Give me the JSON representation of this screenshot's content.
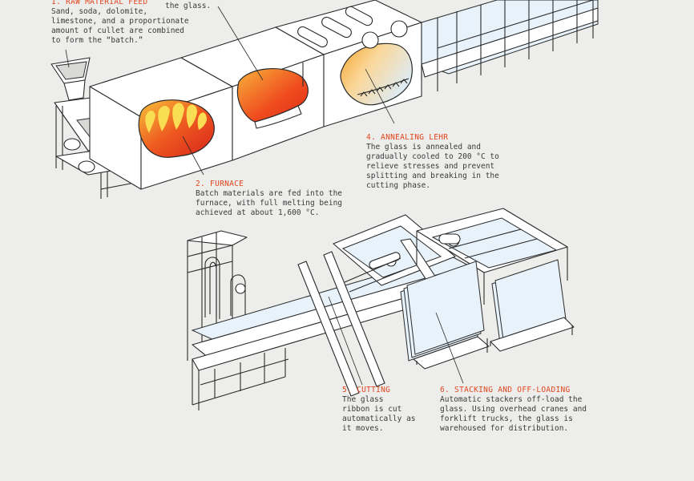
{
  "steps": [
    {
      "title": "1. RAW MATERIAL FEED",
      "text": "Sand, soda, dolomite,\nlimestone, and a proportionate\namount of cullet are combined\nto form the “batch.”"
    },
    {
      "title": "",
      "text": "the glass."
    },
    {
      "title": "2. FURNACE",
      "text": "Batch materials are fed into the\nfurnace, with full melting being\nachieved at about 1,600 °C."
    },
    {
      "title": "4. ANNEALING LEHR",
      "text": "The glass is annealed and\ngradually cooled to 200 °C to\nrelieve stresses and prevent\nsplitting and breaking in the\ncutting phase."
    },
    {
      "title": "5. CUTTING",
      "text": "The glass\nribbon is cut\nautomatically as\nit moves."
    },
    {
      "title": "6. STACKING AND OFF-LOADING",
      "text": "Automatic stackers off-load the\nglass. Using overhead cranes and\nforklift trucks, the glass is\nwarehoused for distribution."
    }
  ],
  "colors": {
    "accent": "#e2451d",
    "background": "#ededeb",
    "glass": "#e7f2fb",
    "hot_red": "#e8321c",
    "hot_yellow": "#f7d23a",
    "warm_orange": "#f59a2c"
  }
}
